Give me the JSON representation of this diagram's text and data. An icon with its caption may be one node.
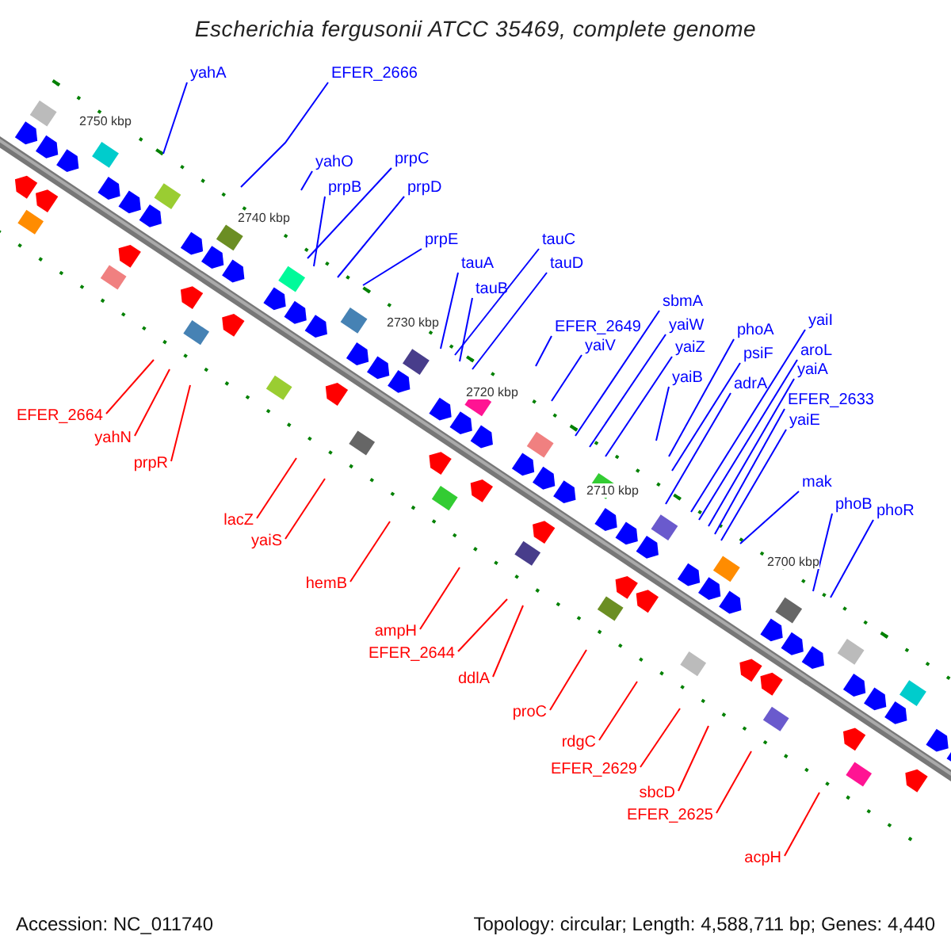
{
  "diagram": {
    "title": "Escherichia fergusonii ATCC 35469, complete genome",
    "nodes": [
      {
        "text": [
          "yahA"
        ]
      },
      {
        "text": [
          "EFER_2666"
        ]
      },
      {
        "text": [
          "yahO"
        ]
      },
      {
        "text": [
          "prpC"
        ]
      },
      {
        "text": [
          "prpB"
        ]
      },
      {
        "text": [
          "prpD"
        ]
      },
      {
        "text": [
          "prpE"
        ]
      },
      {
        "text": [
          "tauA"
        ]
      },
      {
        "text": [
          "tauC"
        ]
      },
      {
        "text": [
          "tauB"
        ]
      },
      {
        "text": [
          "tauD"
        ]
      },
      {
        "text": [
          "EFER_2649"
        ]
      },
      {
        "text": [
          "yaiV"
        ]
      },
      {
        "text": [
          "sbmA"
        ]
      },
      {
        "text": [
          "yaiW"
        ]
      },
      {
        "text": [
          "yaiZ"
        ]
      },
      {
        "text": [
          "yaiB"
        ]
      },
      {
        "text": [
          "phoA"
        ]
      },
      {
        "text": [
          "psiF"
        ]
      },
      {
        "text": [
          "adrA"
        ]
      },
      {
        "text": [
          "yaiI"
        ]
      },
      {
        "text": [
          "aroL"
        ]
      },
      {
        "text": [
          "yaiA"
        ]
      },
      {
        "text": [
          "EFER_2633"
        ]
      },
      {
        "text": [
          "yaiE"
        ]
      },
      {
        "text": [
          "mak"
        ]
      },
      {
        "text": [
          "phoB"
        ]
      },
      {
        "text": [
          "phoR"
        ]
      },
      {
        "text": [
          "EFER_2664"
        ]
      },
      {
        "text": [
          "yahN"
        ]
      },
      {
        "text": [
          "prpR"
        ]
      },
      {
        "text": [
          "lacZ"
        ]
      },
      {
        "text": [
          "yaiS"
        ]
      },
      {
        "text": [
          "hemB"
        ]
      },
      {
        "text": [
          "ampH"
        ]
      },
      {
        "text": [
          "EFER_2644"
        ]
      },
      {
        "text": [
          "ddlA"
        ]
      },
      {
        "text": [
          "proC"
        ]
      },
      {
        "text": [
          "rdgC"
        ]
      },
      {
        "text": [
          "EFER_2629"
        ]
      },
      {
        "text": [
          "sbcD"
        ]
      },
      {
        "text": [
          "EFER_2625"
        ]
      },
      {
        "text": [
          "acpH"
        ]
      }
    ],
    "edges": [
      {
        "from": 0,
        "to": null,
        "arrow": "none"
      },
      {
        "from": 1,
        "to": null,
        "arrow": "none"
      },
      {
        "from": 2,
        "to": null,
        "arrow": "none"
      },
      {
        "from": 3,
        "to": null,
        "arrow": "none"
      },
      {
        "from": 4,
        "to": null,
        "arrow": "none"
      },
      {
        "from": 5,
        "to": null,
        "arrow": "none"
      },
      {
        "from": 6,
        "to": null,
        "arrow": "none"
      },
      {
        "from": 7,
        "to": null,
        "arrow": "none"
      },
      {
        "from": 8,
        "to": null,
        "arrow": "none"
      },
      {
        "from": 9,
        "to": null,
        "arrow": "none"
      },
      {
        "from": 10,
        "to": null,
        "arrow": "none"
      },
      {
        "from": 11,
        "to": null,
        "arrow": "none"
      },
      {
        "from": 12,
        "to": null,
        "arrow": "none"
      },
      {
        "from": 13,
        "to": null,
        "arrow": "none"
      },
      {
        "from": 14,
        "to": null,
        "arrow": "none"
      },
      {
        "from": 15,
        "to": null,
        "arrow": "none"
      },
      {
        "from": 16,
        "to": null,
        "arrow": "none"
      },
      {
        "from": 17,
        "to": null,
        "arrow": "none"
      },
      {
        "from": 18,
        "to": null,
        "arrow": "none"
      },
      {
        "from": 19,
        "to": null,
        "arrow": "none"
      },
      {
        "from": 20,
        "to": null,
        "arrow": "none"
      },
      {
        "from": 21,
        "to": null,
        "arrow": "none"
      },
      {
        "from": 22,
        "to": null,
        "arrow": "none"
      },
      {
        "from": 23,
        "to": null,
        "arrow": "none"
      },
      {
        "from": 24,
        "to": null,
        "arrow": "none"
      },
      {
        "from": 25,
        "to": null,
        "arrow": "none"
      },
      {
        "from": 26,
        "to": null,
        "arrow": "none"
      },
      {
        "from": 27,
        "to": null,
        "arrow": "none"
      },
      {
        "from": 28,
        "to": null,
        "arrow": "none",
        "color": "#ff0000"
      },
      {
        "from": 29,
        "to": null,
        "arrow": "none",
        "color": "#ff0000"
      },
      {
        "from": 30,
        "to": null,
        "arrow": "none",
        "color": "#ff0000"
      },
      {
        "from": 31,
        "to": null,
        "arrow": "none",
        "color": "#ff0000"
      },
      {
        "from": 32,
        "to": null,
        "arrow": "none",
        "color": "#ff0000"
      },
      {
        "from": 33,
        "to": null,
        "arrow": "none",
        "color": "#ff0000"
      },
      {
        "from": 34,
        "to": null,
        "arrow": "none",
        "color": "#ff0000"
      },
      {
        "from": 35,
        "to": null,
        "arrow": "none",
        "color": "#ff0000"
      },
      {
        "from": 36,
        "to": null,
        "arrow": "none",
        "color": "#ff0000"
      },
      {
        "from": 37,
        "to": null,
        "arrow": "none",
        "color": "#ff0000"
      },
      {
        "from": 38,
        "to": null,
        "arrow": "none",
        "color": "#ff0000"
      },
      {
        "from": 39,
        "to": null,
        "arrow": "none",
        "color": "#ff0000"
      },
      {
        "from": 40,
        "to": null,
        "arrow": "none",
        "color": "#ff0000"
      },
      {
        "from": 41,
        "to": null,
        "arrow": "none",
        "color": "#ff0000"
      },
      {
        "from": 42,
        "to": null,
        "arrow": "none",
        "color": "#ff0000"
      }
    ],
    "labels": [
      "2750 kbp",
      "2740 kbp",
      "2730 kbp",
      "2720 kbp",
      "2710 kbp",
      "2700 kbp",
      "Accession: NC_011740",
      "Topology: circular; Length: 4,588,711 bp; Genes: 4,440"
    ]
  }
}
